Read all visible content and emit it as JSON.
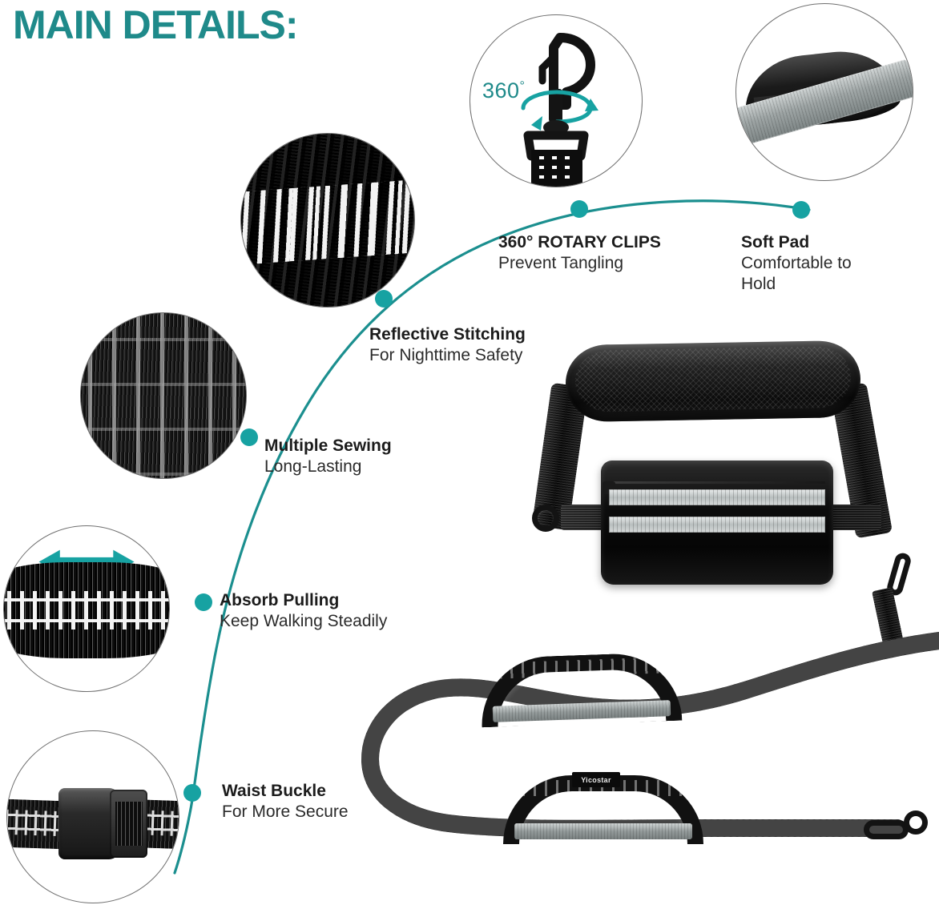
{
  "page": {
    "title": "MAIN DETAILS:",
    "accent_color": "#1f8a8a",
    "text_color": "#1c1c1c",
    "background": "#ffffff"
  },
  "features": [
    {
      "id": "rotary-clips",
      "title": "360°  ROTARY CLIPS",
      "subtitle": "Prevent Tangling"
    },
    {
      "id": "soft-pad",
      "title": "Soft Pad",
      "subtitle": "Comfortable to Hold"
    },
    {
      "id": "reflective-stitching",
      "title": "Reflective Stitching",
      "subtitle": "For Nighttime Safety"
    },
    {
      "id": "multiple-sewing",
      "title": "Multiple Sewing",
      "subtitle": "Long-Lasting"
    },
    {
      "id": "absorb-pulling",
      "title": "Absorb Pulling",
      "subtitle": "Keep Walking Steadily"
    },
    {
      "id": "waist-buckle",
      "title": "Waist Buckle",
      "subtitle": "For More Secure"
    }
  ],
  "detail_photos": [
    {
      "id": "rotary-clip-photo",
      "caption_badge": "360",
      "badge_unit": "°"
    },
    {
      "id": "soft-pad-photo"
    },
    {
      "id": "reflective-stitching-photo"
    },
    {
      "id": "multiple-sewing-photo"
    },
    {
      "id": "bungee-webbing-photo"
    },
    {
      "id": "waist-buckle-photo"
    }
  ],
  "product": {
    "brand": "Yicostar"
  }
}
